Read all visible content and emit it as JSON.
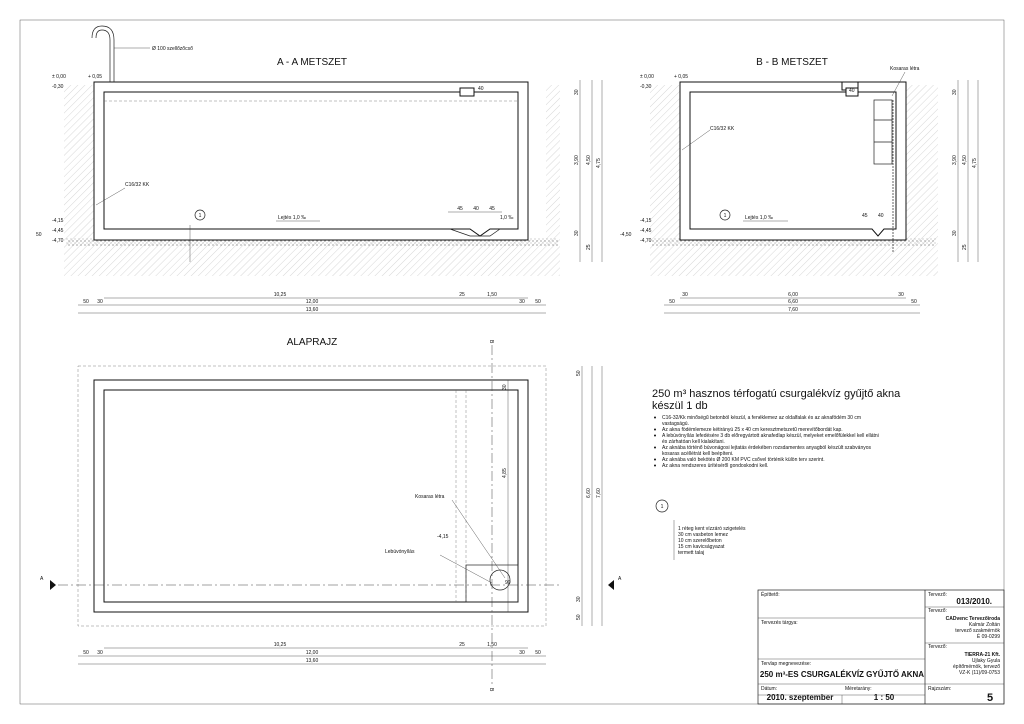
{
  "sections": {
    "aa": {
      "title": "A - A METSZET",
      "vent_label": "Ø 100 szellőzőcső",
      "wall_label": "C16/32 KK",
      "slope_label": "Lejtés 1,0 ‰",
      "slope_label_2": "1,0 ‰",
      "layer_marker": "1",
      "levels": [
        "± 0,00",
        "-0,30",
        "-4,15",
        "-4,45",
        "-4,70"
      ],
      "level_top": "+ 0,05",
      "sump_dims": [
        "45",
        "40",
        "45"
      ],
      "right_dims": [
        "30",
        "3,90",
        "4,50",
        "4,75",
        "30",
        "25"
      ],
      "inner_dim": "40",
      "left_mark": "50",
      "bottom_dims_row1": [
        "10,25",
        "25",
        "1,50"
      ],
      "bottom_dims_row2": [
        "50",
        "30",
        "12,00",
        "30",
        "50"
      ],
      "bottom_dims_row3": [
        "13,60"
      ]
    },
    "bb": {
      "title": "B - B METSZET",
      "ladder_label": "Kosaras létra",
      "wall_label": "C16/32 KK",
      "slope_label": "Lejtés 1,0 ‰",
      "layer_marker": "1",
      "levels": [
        "± 0,00",
        "-0,30",
        "-4,15",
        "-4,45",
        "-4,70"
      ],
      "level_top": "+ 0,05",
      "left_mark": "-4,50",
      "sump_dims": [
        "45",
        "40"
      ],
      "inner_dim": "40",
      "right_dims": [
        "30",
        "3,90",
        "4,50",
        "4,75",
        "30",
        "25"
      ],
      "bottom_dims_row1": [
        "30",
        "6,00",
        "30"
      ],
      "bottom_dims_row2": [
        "50",
        "6,60",
        "50"
      ],
      "bottom_dims_row3": [
        "7,60"
      ]
    },
    "plan": {
      "title": "ALAPRAJZ",
      "ladder_label": "Kosaras létra",
      "manhole_label": "Lebúvónyílás",
      "level": "-4,15",
      "marker_a": "A",
      "marker_b": "B",
      "right_dims": [
        "50",
        "30",
        "4,85",
        "6,60",
        "7,60",
        "30",
        "50"
      ],
      "sump_dim": "90",
      "bottom_dims_row1": [
        "10,25",
        "25",
        "1,50"
      ],
      "bottom_dims_row2": [
        "50",
        "30",
        "12,00",
        "30",
        "50"
      ],
      "bottom_dims_row3": [
        "13,60"
      ]
    }
  },
  "notes": {
    "title_line1": "250 m³ hasznos térfogatú csurgalékvíz gyűjtő  akna",
    "title_line2": "készül 1 db",
    "bullets": [
      "C16-32/Kk minőségű betonból készül, a fenéklemez az oldalfalak és az aknafödém 30 cm",
      "vastagságú.",
      "Az akna födémlemeze kétirányú 25 x 40 cm keresztmetszetű merevítőbordát kap.",
      "A lebúvónyílás lefedésére 3 db előregyártott aknafedlap készül, melyeket emelőfülekkel kell ellátni",
      "és zárhatóan kell kialakítani.",
      "Az aknába történő búvonágosi lejtatás érdekében rozsdamentes anyagból készült szabványos",
      "kosaras acéllétrát kell beépíteni.",
      "Az aknába való bekötés Ø 200 KM PVC csővel történik külön terv szerint.",
      "Az akna rendszeres ürítéséről gondoskodni kell."
    ],
    "layer_marker": "1",
    "layers": [
      "1 réteg kent vízzáró szigetelés",
      "30 cm vasbeton lemez",
      "10 cm szerelőbeton",
      "15 cm kavicságyazat",
      "termett talaj"
    ]
  },
  "titleblock": {
    "epittet_label": "Építtető:",
    "tervezo_label": "Tervező:",
    "terv_number": "013/2010.",
    "tervezo2_label": "Tervező:",
    "firm_lines": [
      "CADvenc Tervezőiroda",
      "Kalmár Zoltán",
      "tervező szakmérnök",
      "É 09-0299"
    ],
    "targy_label": "Tervezés tárgya:",
    "tervezo3_label": "Tervező:",
    "firm2_lines": [
      "TIERRA-21 Kft.",
      "Ujlaky Gyula",
      "építőmérnök, tervező",
      "VZ-K (11)/09-0753"
    ],
    "megnevezes_label": "Tervlap megnevezése:",
    "megnevezes": "250 m³-ES CSURGALÉKVÍZ GYŰJTŐ AKNA",
    "datum_label": "Dátum:",
    "datum": "2010. szeptember",
    "meretarany_label": "Méretarány:",
    "meretarany": "1 : 50",
    "rajzszam_label": "Rajzszám:",
    "rajzszam": "5"
  }
}
